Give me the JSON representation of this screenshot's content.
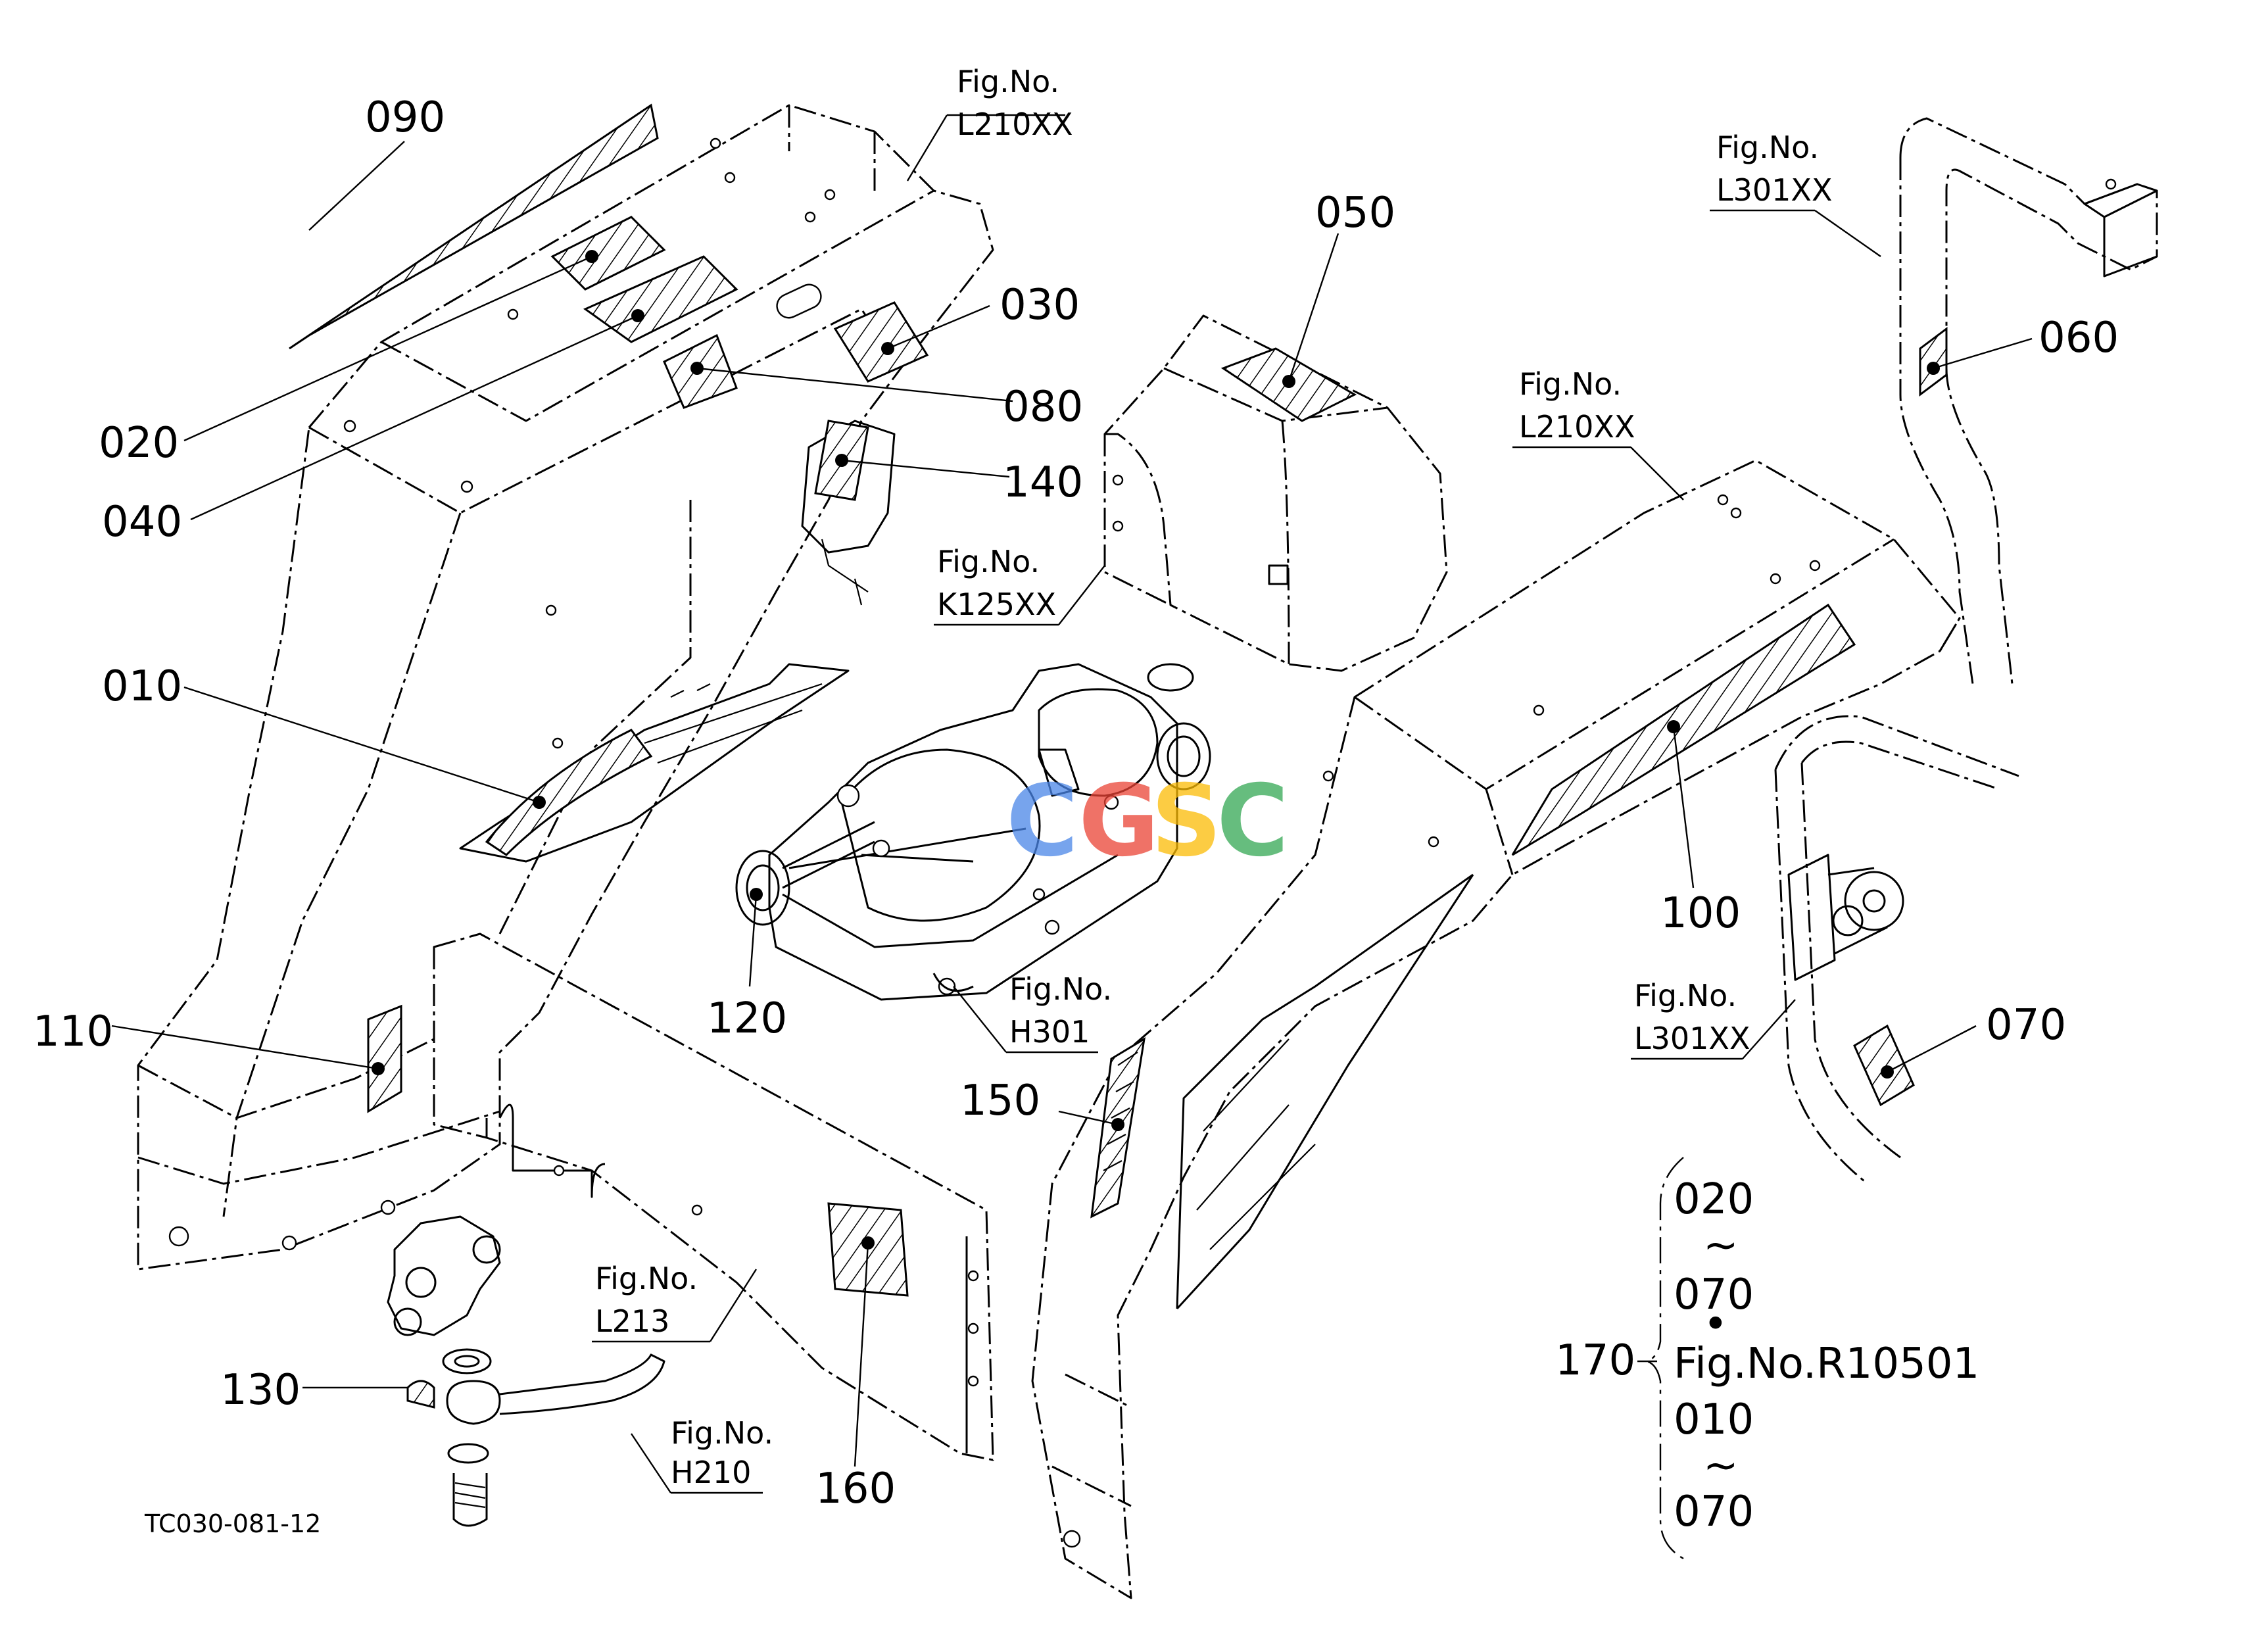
{
  "watermark": {
    "text": "CGSC",
    "colors": [
      "#4a86e8",
      "#ea4335",
      "#fbbc05",
      "#34a853"
    ]
  },
  "diagram_code": "TC030-081-12",
  "parts": {
    "p090": "090",
    "p020": "020",
    "p040": "040",
    "p010": "010",
    "p110": "110",
    "p030": "030",
    "p080": "080",
    "p140": "140",
    "p050": "050",
    "p060": "060",
    "p100": "100",
    "p120": "120",
    "p150": "150",
    "p070": "070",
    "p130": "130",
    "p160": "160",
    "p170": "170"
  },
  "fig_refs": {
    "l210_left": {
      "line1": "Fig.No.",
      "line2": "L210XX"
    },
    "l301_top": {
      "line1": "Fig.No.",
      "line2": "L301XX"
    },
    "k125": {
      "line1": "Fig.No.",
      "line2": "K125XX"
    },
    "l210_right": {
      "line1": "Fig.No.",
      "line2": "L210XX"
    },
    "h301": {
      "line1": "Fig.No.",
      "line2": "H301"
    },
    "l301_bottom": {
      "line1": "Fig.No.",
      "line2": "L301XX"
    },
    "l213": {
      "line1": "Fig.No.",
      "line2": "L213"
    },
    "h210": {
      "line1": "Fig.No.",
      "line2": "H210"
    }
  },
  "set_legend": {
    "line1": "020",
    "tilde1": "~",
    "line2": "070",
    "bullet": "•",
    "line3": "Fig.No.R10501",
    "line4": "010",
    "tilde2": "~",
    "line5": "070"
  }
}
